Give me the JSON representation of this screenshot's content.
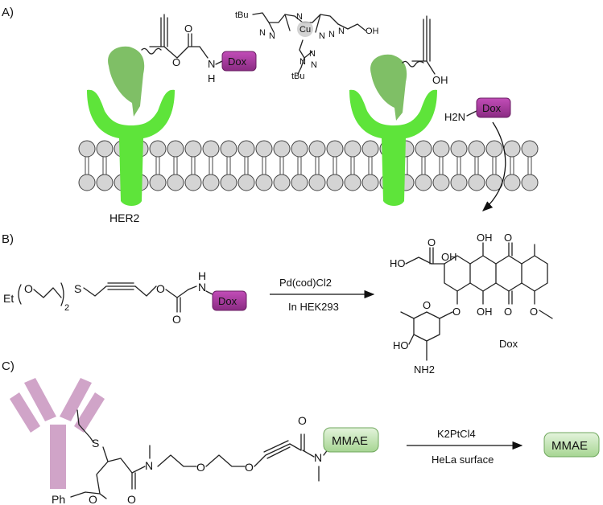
{
  "panels": {
    "a": {
      "label": "A)",
      "receptor_label": "HER2",
      "receptor_color": "#5ee43a",
      "ligand_color": "#7fbf66",
      "lipid_color": "#d4d4d4",
      "prodrug": {
        "o": "O",
        "o2": "O",
        "nh": "N",
        "h": "H",
        "dox": "Dox"
      },
      "catalyst": {
        "tbu_left": "tBu",
        "tbu_bottom": "tBu",
        "cu": "Cu",
        "n_letter": "N",
        "oh": "OH"
      },
      "product": {
        "oh": "OH",
        "amine": "H2N",
        "dox": "Dox"
      }
    },
    "b": {
      "label": "B)",
      "substrate": {
        "et": "Et",
        "o": "O",
        "sub2": "2",
        "s": "S",
        "nh": "N",
        "h": "H",
        "dox": "Dox"
      },
      "reagent": "Pd(cod)Cl2",
      "condition": "In HEK293",
      "product_name": "Dox",
      "atoms": {
        "ho": "HO",
        "oh": "OH",
        "o": "O",
        "nh2": "NH2"
      }
    },
    "c": {
      "label": "C)",
      "antibody_color": "#d0a4c8",
      "linker": {
        "s": "S",
        "n": "N",
        "o": "O",
        "ph": "Ph"
      },
      "payload": "MMAE",
      "reagent": "K2PtCl4",
      "condition": "HeLa surface",
      "product": "MMAE"
    }
  },
  "colors": {
    "dox_fill": "#a53a9c",
    "dox_stroke": "#6b1f64",
    "mmae_fill": "#c4e7b4",
    "mmae_stroke": "#6fa75d"
  }
}
